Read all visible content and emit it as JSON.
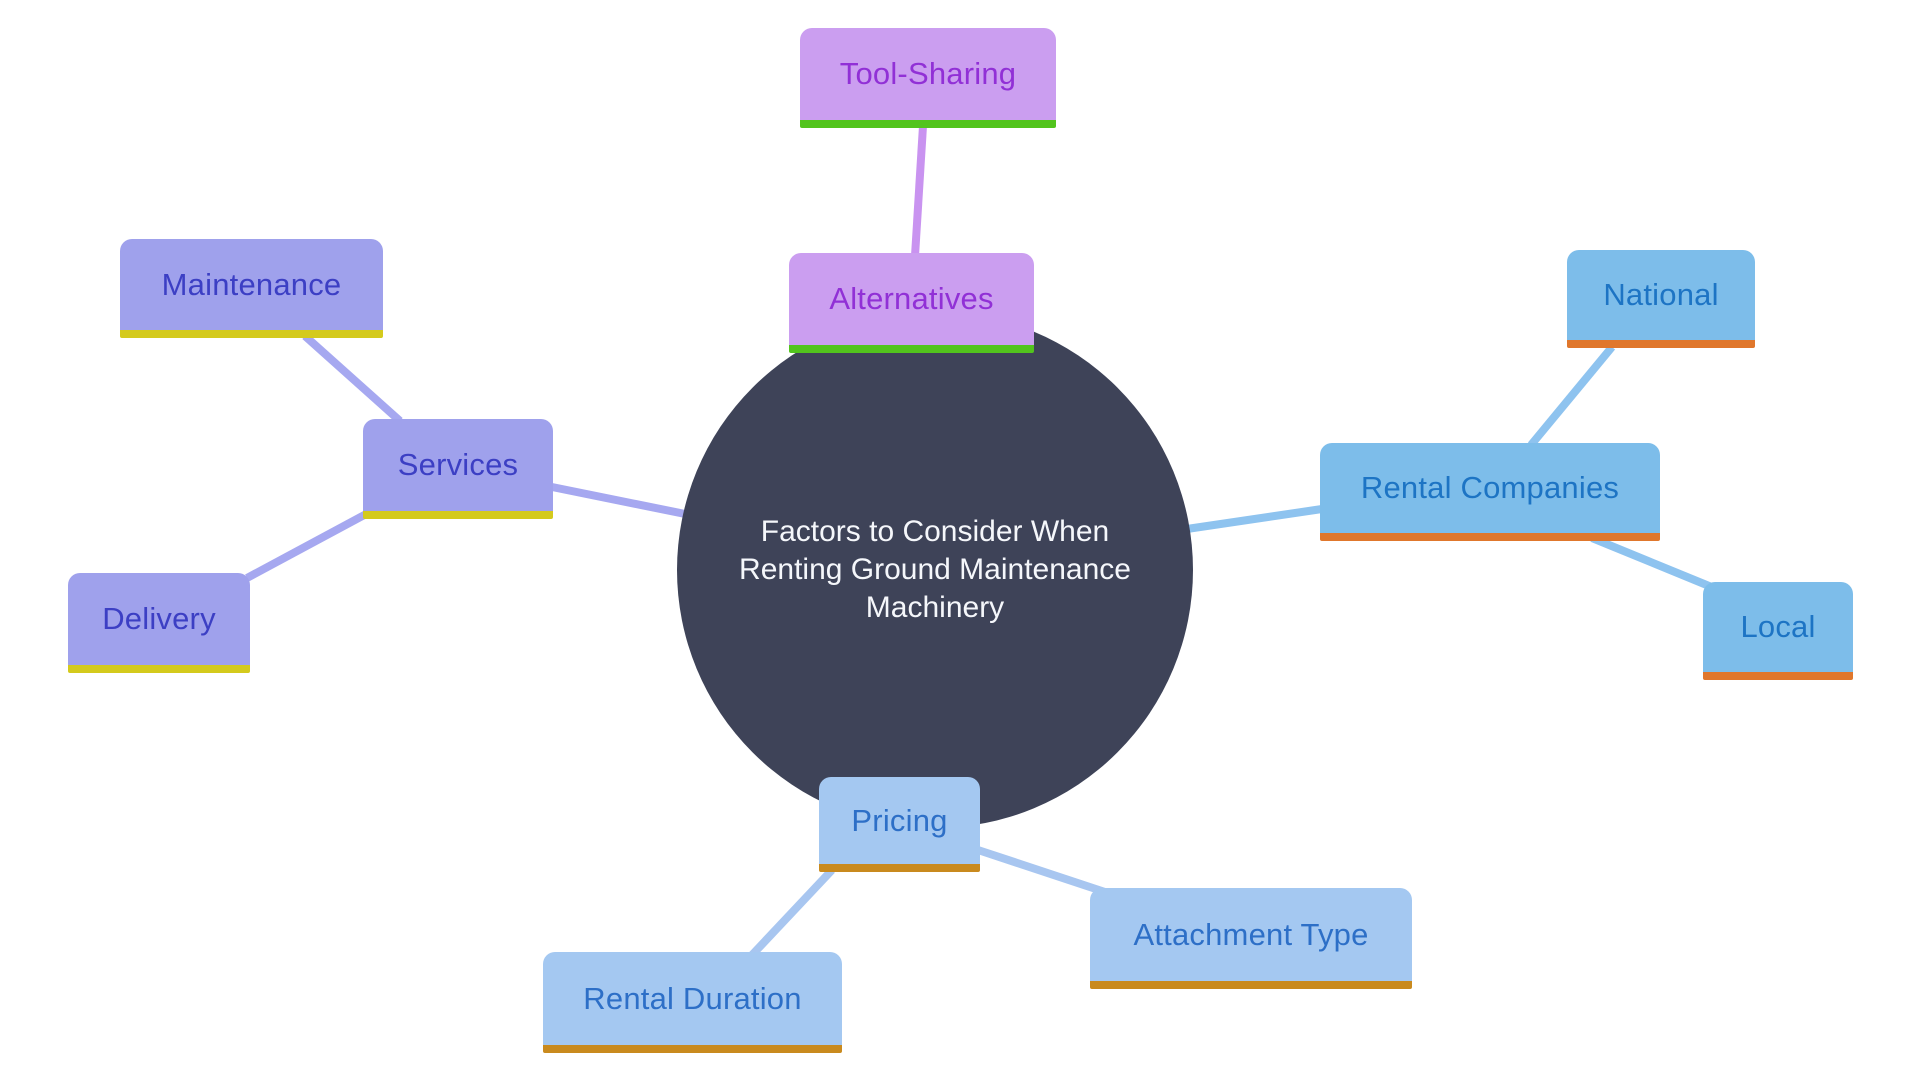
{
  "diagram": {
    "type": "mindmap",
    "center": {
      "label": "Factors to Consider When Renting Ground Maintenance Machinery",
      "shape": "circle",
      "fill": "#3e4358",
      "text_color": "#f5f7fb"
    },
    "nodes": [
      {
        "id": "tool-sharing",
        "label": "Tool-Sharing",
        "family": "purple"
      },
      {
        "id": "alternatives",
        "label": "Alternatives",
        "family": "purple"
      },
      {
        "id": "maintenance",
        "label": "Maintenance",
        "family": "periwinkle"
      },
      {
        "id": "services",
        "label": "Services",
        "family": "periwinkle"
      },
      {
        "id": "delivery",
        "label": "Delivery",
        "family": "periwinkle"
      },
      {
        "id": "rental-companies",
        "label": "Rental Companies",
        "family": "blue"
      },
      {
        "id": "national",
        "label": "National",
        "family": "blue"
      },
      {
        "id": "local",
        "label": "Local",
        "family": "blue"
      },
      {
        "id": "pricing",
        "label": "Pricing",
        "family": "lightblue"
      },
      {
        "id": "rental-duration",
        "label": "Rental Duration",
        "family": "lightblue"
      },
      {
        "id": "attachment-type",
        "label": "Attachment Type",
        "family": "lightblue"
      }
    ],
    "edges": [
      {
        "from": "alternatives",
        "to": "tool-sharing"
      },
      {
        "from": "services",
        "to": "maintenance"
      },
      {
        "from": "services",
        "to": "delivery"
      },
      {
        "from": "center",
        "to": "services"
      },
      {
        "from": "center",
        "to": "rental-companies"
      },
      {
        "from": "rental-companies",
        "to": "national"
      },
      {
        "from": "rental-companies",
        "to": "local"
      },
      {
        "from": "pricing",
        "to": "rental-duration"
      },
      {
        "from": "pricing",
        "to": "attachment-type"
      }
    ],
    "palette": {
      "purple": {
        "fill": "#cb9ef0",
        "underline": "#52c41d",
        "text": "#9130d6",
        "edge": "#c993f0"
      },
      "periwinkle": {
        "fill": "#9fa1ec",
        "underline": "#d4ca1d",
        "text": "#3c3fc4",
        "edge": "#a6a8f0"
      },
      "blue": {
        "fill": "#7dbdea",
        "underline": "#e0772c",
        "text": "#1d74c4",
        "edge": "#8ec3ef"
      },
      "lightblue": {
        "fill": "#a4c8f1",
        "underline": "#c98a1e",
        "text": "#2d6fc7",
        "edge": "#a8c6f0"
      }
    },
    "background": "#ffffff"
  }
}
